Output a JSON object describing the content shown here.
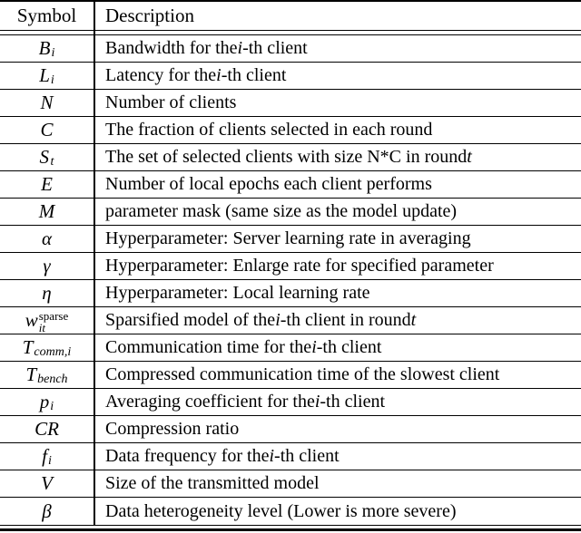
{
  "colors": {
    "background": "#ffffff",
    "text": "#000000",
    "rule": "#000000"
  },
  "table": {
    "columns": [
      {
        "label": "Symbol"
      },
      {
        "label": "Description"
      }
    ],
    "rows": [
      {
        "symbol": {
          "base": "B",
          "sub": "i"
        },
        "desc": [
          {
            "t": "Bandwidth for the "
          },
          {
            "t": "i",
            "i": true
          },
          {
            "t": "-th client"
          }
        ]
      },
      {
        "symbol": {
          "base": "L",
          "sub": "i"
        },
        "desc": [
          {
            "t": "Latency for the "
          },
          {
            "t": "i",
            "i": true
          },
          {
            "t": "-th client"
          }
        ]
      },
      {
        "symbol": {
          "base": "N"
        },
        "desc": [
          {
            "t": "Number of clients"
          }
        ]
      },
      {
        "symbol": {
          "base": "C"
        },
        "desc": [
          {
            "t": "The fraction of clients selected in each round"
          }
        ]
      },
      {
        "symbol": {
          "base": "S",
          "sub": "t",
          "cal": true
        },
        "desc": [
          {
            "t": "The set of selected clients with size N*C in round "
          },
          {
            "t": "t",
            "i": true
          }
        ]
      },
      {
        "symbol": {
          "base": "E"
        },
        "desc": [
          {
            "t": "Number of local epochs each client performs"
          }
        ]
      },
      {
        "symbol": {
          "base": "M"
        },
        "desc": [
          {
            "t": "parameter mask (same size as the model update)"
          }
        ]
      },
      {
        "symbol": {
          "base": "α"
        },
        "desc": [
          {
            "t": "Hyperparameter: Server learning rate in averaging"
          }
        ]
      },
      {
        "symbol": {
          "base": "γ"
        },
        "desc": [
          {
            "t": "Hyperparameter: Enlarge rate for specified parameter"
          }
        ]
      },
      {
        "symbol": {
          "base": "η"
        },
        "desc": [
          {
            "t": "Hyperparameter: Local learning rate"
          }
        ]
      },
      {
        "symbol": {
          "base": "w",
          "sub": "it",
          "sup": "sparse"
        },
        "desc": [
          {
            "t": "Sparsified model of the "
          },
          {
            "t": "i",
            "i": true
          },
          {
            "t": "-th client in round "
          },
          {
            "t": "t",
            "i": true
          }
        ]
      },
      {
        "symbol": {
          "base": "T",
          "sub": "comm,i"
        },
        "desc": [
          {
            "t": "Communication time for the "
          },
          {
            "t": "i",
            "i": true
          },
          {
            "t": "-th client"
          }
        ]
      },
      {
        "symbol": {
          "base": "T",
          "sub": "bench"
        },
        "desc": [
          {
            "t": "Compressed communication time of the slowest client"
          }
        ]
      },
      {
        "symbol": {
          "base": "p",
          "sub": "i"
        },
        "desc": [
          {
            "t": "Averaging coefficient for the "
          },
          {
            "t": "i",
            "i": true
          },
          {
            "t": "-th client"
          }
        ]
      },
      {
        "symbol": {
          "base": "CR"
        },
        "desc": [
          {
            "t": "Compression ratio"
          }
        ]
      },
      {
        "symbol": {
          "base": "f",
          "sub": "i"
        },
        "desc": [
          {
            "t": "Data frequency for the "
          },
          {
            "t": "i",
            "i": true
          },
          {
            "t": "-th client"
          }
        ]
      },
      {
        "symbol": {
          "base": "V"
        },
        "desc": [
          {
            "t": "Size of the transmitted model"
          }
        ]
      },
      {
        "symbol": {
          "base": "β"
        },
        "desc": [
          {
            "t": "Data heterogeneity level (Lower is more severe)"
          }
        ]
      }
    ]
  }
}
